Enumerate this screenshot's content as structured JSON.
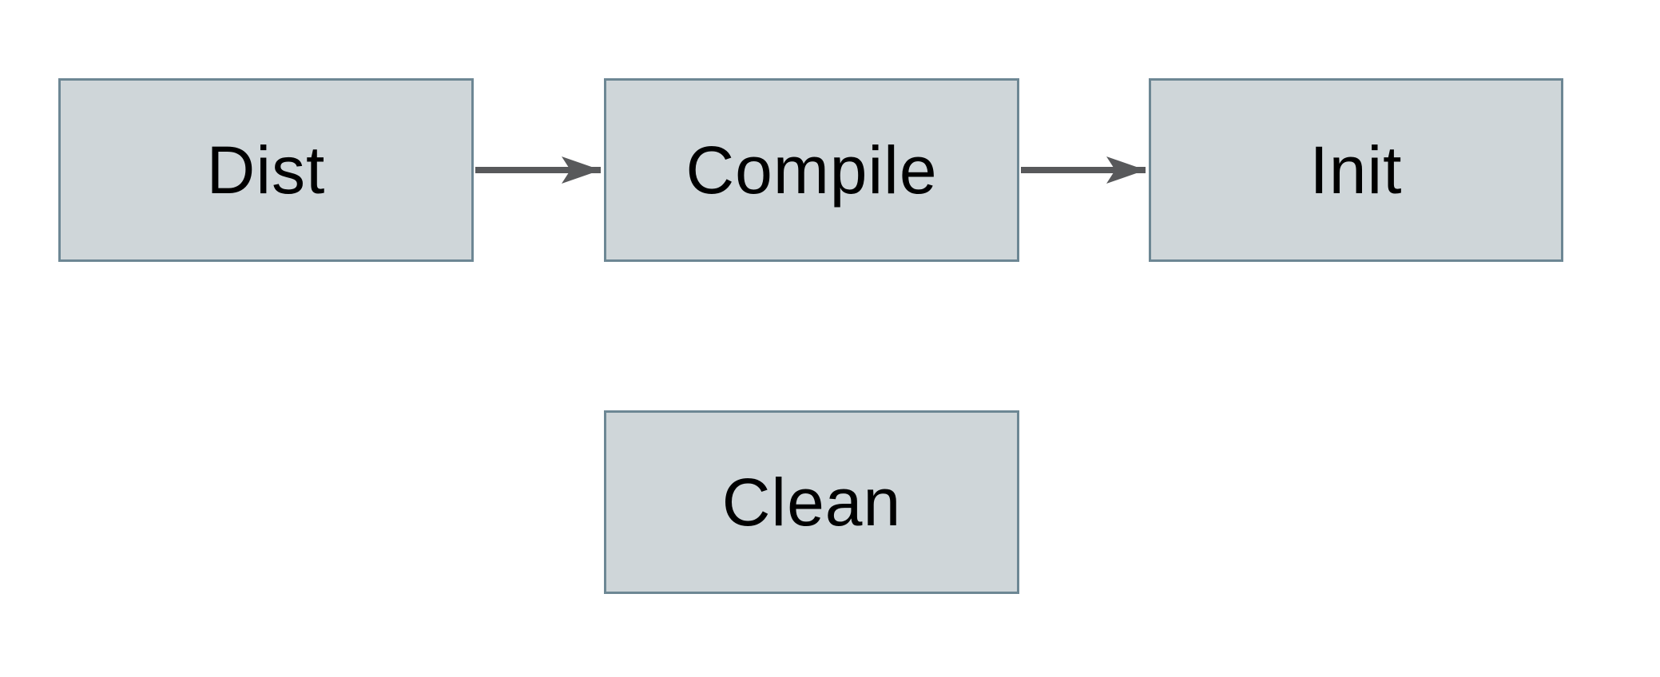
{
  "diagram": {
    "title": "",
    "nodes": [
      {
        "id": "dist",
        "label": "Dist"
      },
      {
        "id": "compile",
        "label": "Compile"
      },
      {
        "id": "init",
        "label": "Init"
      },
      {
        "id": "clean",
        "label": "Clean"
      }
    ],
    "edges": [
      {
        "from": "Dist",
        "to": "Compile",
        "type": "arrow-right"
      },
      {
        "from": "Compile",
        "to": "Init",
        "type": "arrow-right"
      }
    ],
    "colors": {
      "background": "#ffffff",
      "node_fill": "#cfd6d9",
      "node_border": "#6d8794",
      "arrow": "#58595b",
      "label_text": "#000000"
    }
  }
}
